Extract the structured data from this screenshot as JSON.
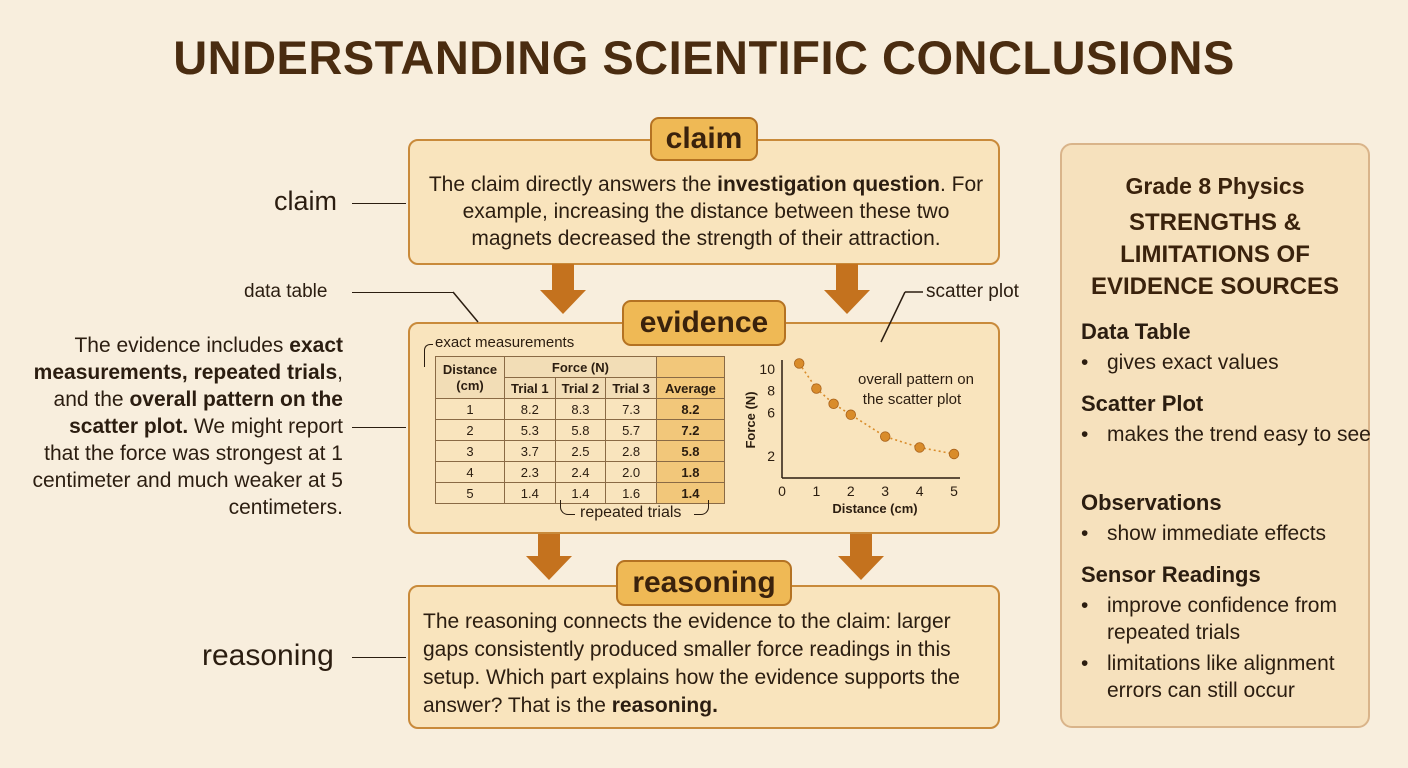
{
  "title": "UNDERSTANDING SCIENTIFIC CONCLUSIONS",
  "claim": {
    "pill": "claim",
    "side_label": "claim",
    "text_pre": "The claim directly answers the ",
    "text_bold": "investigation question",
    "text_post": ". For example, increasing the distance between these two magnets decreased the strength of their attraction."
  },
  "evidence": {
    "pill": "evidence",
    "data_table_label": "data table",
    "scatter_plot_label": "scatter plot",
    "exact_measurements_label": "exact measurements",
    "repeated_trials_label": "repeated trials",
    "plot_annotation": "overall pattern on the scatter plot",
    "left_paragraph": {
      "p1": "The evidence includes ",
      "b1": "exact measurements, repeated trials",
      "p2": ", and the ",
      "b2": "overall pattern on the scatter plot.",
      "p3": " We might report that the force was strongest at 1 centimeter and much weaker at 5 centimeters."
    }
  },
  "data_table": {
    "col_distance": "Distance (cm)",
    "col_force": "Force (N)",
    "trial_headers": [
      "Trial 1",
      "Trial 2",
      "Trial 3",
      "Average"
    ],
    "rows": [
      [
        "1",
        "8.2",
        "8.3",
        "7.3",
        "8.2"
      ],
      [
        "2",
        "5.3",
        "5.8",
        "5.7",
        "7.2"
      ],
      [
        "3",
        "3.7",
        "2.5",
        "2.8",
        "5.8"
      ],
      [
        "4",
        "2.3",
        "2.4",
        "2.0",
        "1.8"
      ],
      [
        "5",
        "1.4",
        "1.4",
        "1.6",
        "1.4"
      ]
    ]
  },
  "chart_data": {
    "type": "scatter",
    "xlabel": "Distance (cm)",
    "ylabel": "Force (N)",
    "x_ticks": [
      "0",
      "1",
      "2",
      "3",
      "4",
      "5"
    ],
    "y_ticks": [
      "2",
      "6",
      "8",
      "10"
    ],
    "xlim": [
      0,
      5
    ],
    "ylim": [
      0,
      11
    ],
    "points": [
      {
        "x": 0.5,
        "y": 10.5
      },
      {
        "x": 1.0,
        "y": 8.2
      },
      {
        "x": 1.5,
        "y": 6.8
      },
      {
        "x": 2.0,
        "y": 5.8
      },
      {
        "x": 3.0,
        "y": 3.8
      },
      {
        "x": 4.0,
        "y": 2.8
      },
      {
        "x": 5.0,
        "y": 2.2
      }
    ],
    "point_color": "#d98c2b",
    "trend_line": "dotted"
  },
  "reasoning": {
    "pill": "reasoning",
    "side_label": "reasoning",
    "text_pre": "The reasoning connects the evidence to the claim: larger gaps consistently produced smaller force readings in this setup. Which part explains how the evidence supports the answer? That is the ",
    "text_bold": "reasoning."
  },
  "sidebar": {
    "subtitle": "Grade 8 Physics",
    "heading_lines": [
      "STRENGTHS &",
      "LIMITATIONS OF",
      "EVIDENCE SOURCES"
    ],
    "sections": [
      {
        "title": "Data Table",
        "bullets": [
          "gives exact values"
        ]
      },
      {
        "title": "Scatter Plot",
        "bullets": [
          "makes the trend easy to see"
        ]
      },
      {
        "title": "Observations",
        "bullets": [
          "show immediate effects"
        ]
      },
      {
        "title": "Sensor Readings",
        "bullets": [
          "improve confidence from repeated trials",
          "limitations like alignment errors can still occur"
        ]
      }
    ]
  },
  "colors": {
    "background": "#f8eedd",
    "panel": "#f9e4bd",
    "pill": "#efb955",
    "arrow": "#c4721e",
    "title": "#4a2c10"
  }
}
